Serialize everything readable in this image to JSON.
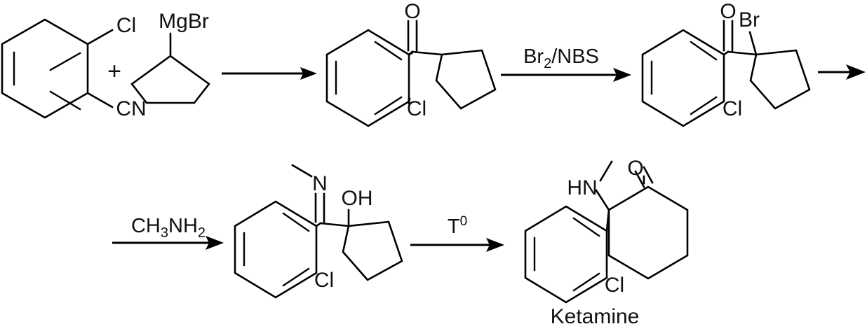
{
  "scheme": {
    "title_caption": "Ketamine",
    "row1": {
      "reactant_a": {
        "name": "2-chlorobenzonitrile",
        "labels": {
          "cl": "Cl",
          "cn": "CN"
        }
      },
      "plus_symbol": "+",
      "reactant_b": {
        "name": "cyclopentylmagnesium-bromide",
        "labels": {
          "mgbr": "MgBr"
        }
      },
      "arrow1": {
        "reagent": ""
      },
      "product_1": {
        "name": "(2-chlorophenyl)(cyclopentyl)methanone",
        "labels": {
          "o": "O",
          "cl": "Cl"
        }
      },
      "arrow2": {
        "reagent_main": "Br",
        "reagent_sub": "2",
        "reagent_rest": "/NBS"
      },
      "product_2": {
        "name": "1-bromocyclopentyl-2-chlorophenyl-ketone",
        "labels": {
          "o": "O",
          "br": "Br",
          "cl": "Cl"
        }
      },
      "arrow3": {
        "reagent": ""
      }
    },
    "row2": {
      "arrow4": {
        "reagent_main": "CH",
        "reagent_sub1": "3",
        "reagent_mid": "NH",
        "reagent_sub2": "2"
      },
      "product_3": {
        "name": "imine-hydroxycyclopentane-intermediate",
        "labels": {
          "n": "N",
          "oh": "OH",
          "cl": "Cl"
        }
      },
      "arrow5": {
        "reagent_main": "T",
        "reagent_sup": "0"
      },
      "product_4": {
        "name": "ketamine",
        "labels": {
          "hn": "HN",
          "o": "O",
          "cl": "Cl"
        }
      }
    }
  }
}
